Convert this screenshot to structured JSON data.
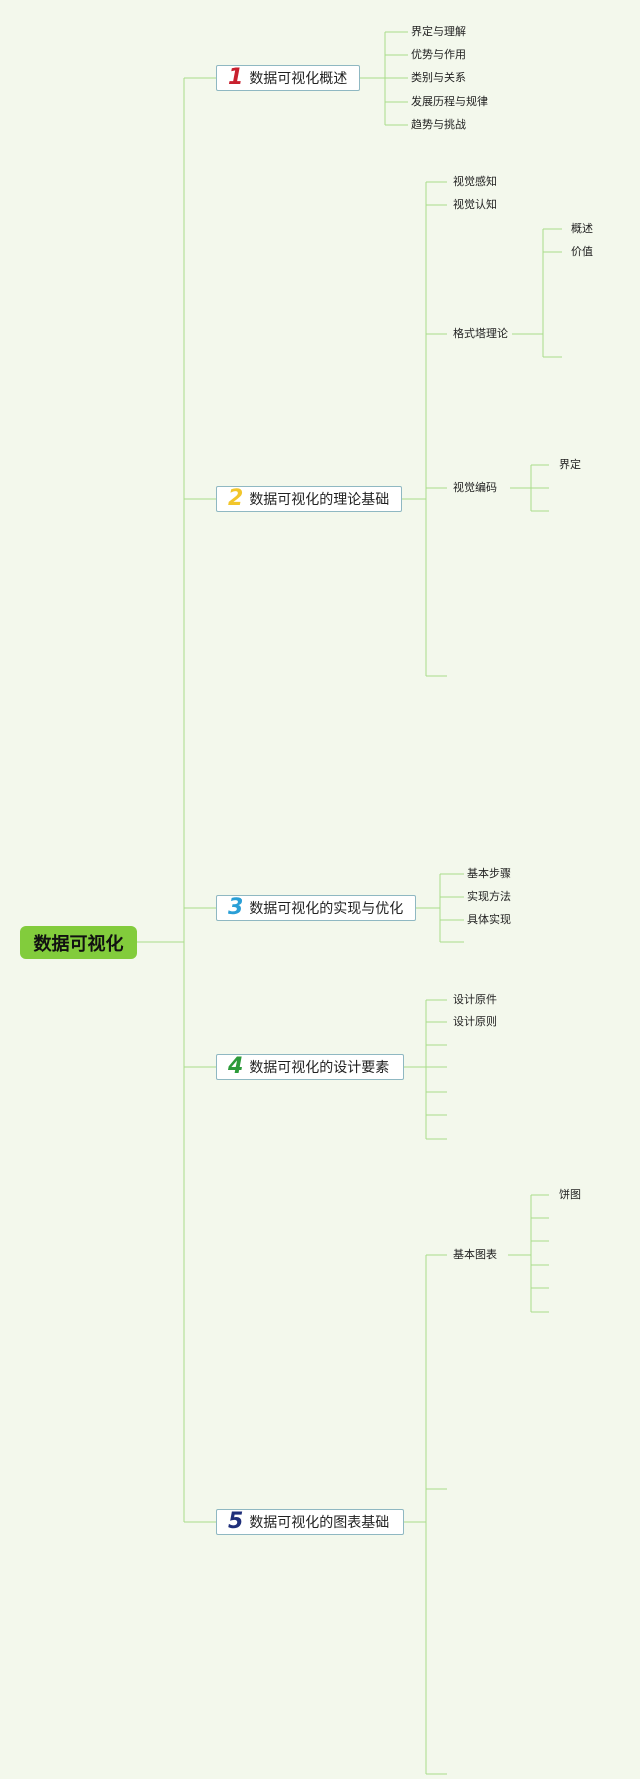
{
  "root": "数据可视化",
  "colors": {
    "background": "#f3f8ec",
    "root_fill": "#82cc3c",
    "line": "#a8dd8a",
    "branch_border": "#8fb8c2",
    "num1": "#c8202e",
    "num2": "#f2c62b",
    "num3": "#2a9fd6",
    "num4": "#2d9b3a",
    "num5": "#1f2f7a"
  },
  "branches": [
    {
      "num": "1",
      "label": "数据可视化概述",
      "children": [
        "界定与理解",
        "优势与作用",
        "类别与关系",
        "发展历程与规律",
        "趋势与挑战"
      ]
    },
    {
      "num": "2",
      "label": "数据可视化的理论基础",
      "children": [
        "视觉感知",
        "视觉认知",
        "格式塔理论",
        "视觉编码",
        ""
      ],
      "gestalt_children": [
        "概述",
        "价值",
        "",
        "",
        "",
        ""
      ],
      "encoding_children": [
        "界定",
        "",
        ""
      ]
    },
    {
      "num": "3",
      "label": "数据可视化的实现与优化",
      "children": [
        "基本步骤",
        "实现方法",
        "具体实现"
      ]
    },
    {
      "num": "4",
      "label": "数据可视化的设计要素",
      "children": [
        "设计原件",
        "设计原则",
        "",
        "",
        "",
        "",
        ""
      ]
    },
    {
      "num": "5",
      "label": "数据可视化的图表基础",
      "children": [
        "基本图表",
        "",
        ""
      ],
      "basic_children": [
        "饼图",
        "",
        "",
        "",
        "",
        ""
      ]
    }
  ]
}
